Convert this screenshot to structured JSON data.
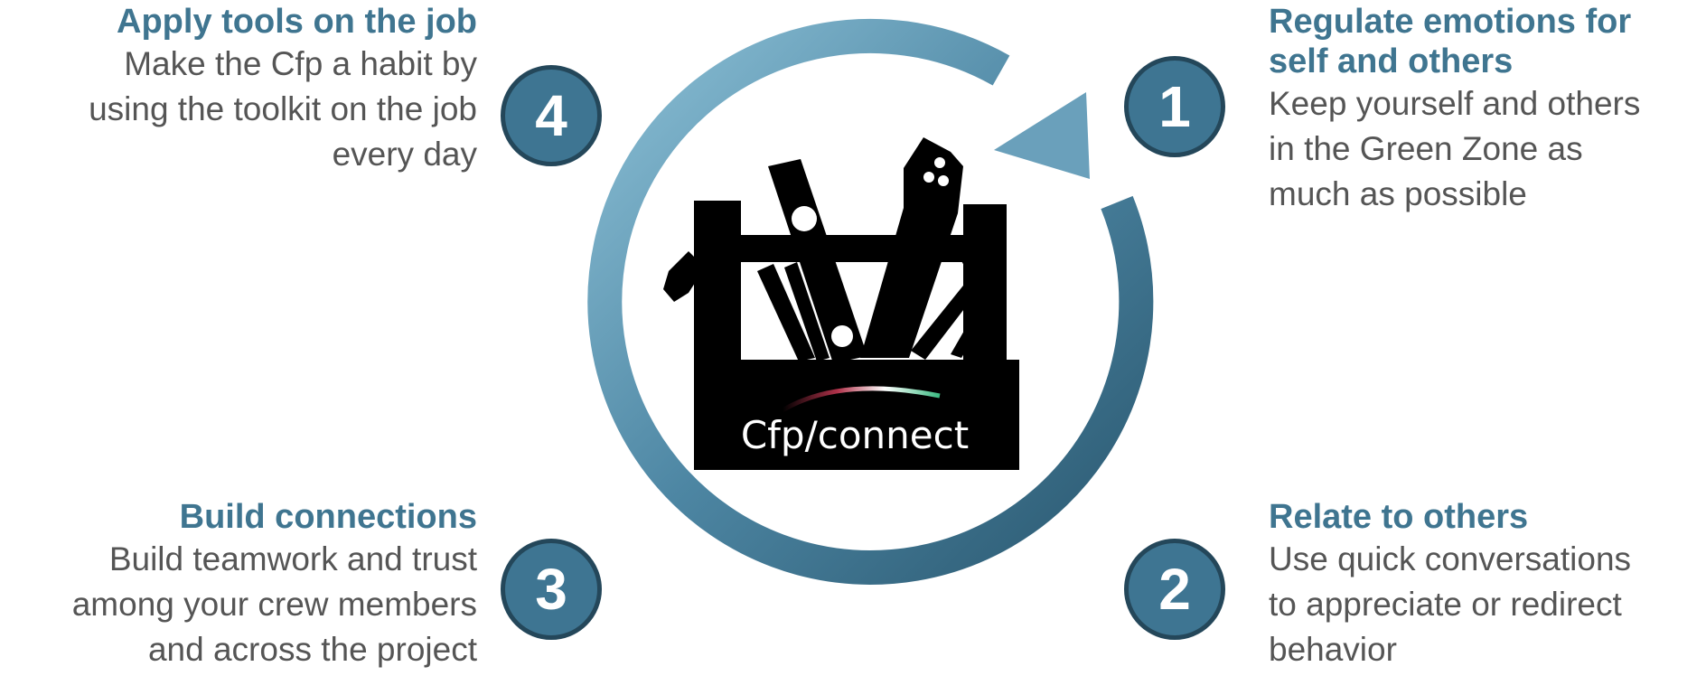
{
  "steps": [
    {
      "number": "1",
      "title_line1": "Regulate emotions for",
      "title_line2": "self and others",
      "desc_lines": [
        "Keep yourself and others",
        "in the Green Zone as",
        "much as possible"
      ]
    },
    {
      "number": "2",
      "title_line1": "Relate to others",
      "desc_lines": [
        "Use quick conversations",
        "to appreciate or redirect",
        "behavior"
      ]
    },
    {
      "number": "3",
      "title_line1": "Build connections",
      "desc_lines": [
        "Build teamwork and trust",
        "among your crew members",
        "and across the project"
      ]
    },
    {
      "number": "4",
      "title_line1": "Apply tools on the job",
      "desc_lines": [
        "Make the Cfp a habit by",
        "using the toolkit on the job",
        "every day"
      ]
    }
  ],
  "toolbox": {
    "label": "Cfp/connect",
    "icon": "toolbox-icon"
  },
  "colors": {
    "title": "#3f7590",
    "text": "#555555",
    "badge_fill": "#3e7592",
    "badge_border": "#24475a",
    "ring_light": "#7fb4cc",
    "ring_dark": "#2c5b73"
  }
}
